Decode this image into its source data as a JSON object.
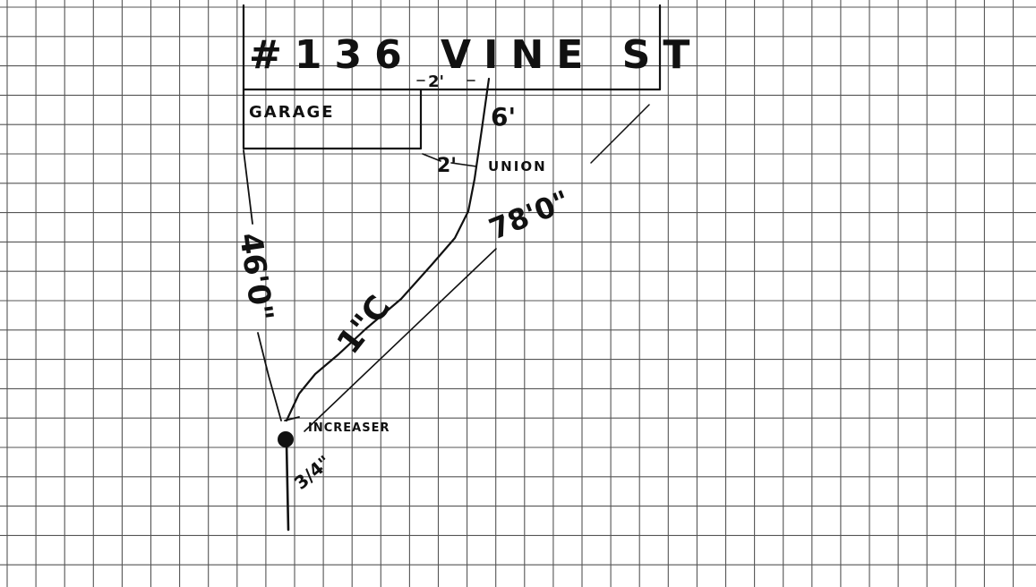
{
  "sketch": {
    "address": "#136 VINE ST",
    "building_label": "GARAGE",
    "dim_top": "2'",
    "dim_service": "6'",
    "dim_offset": "2'",
    "fitting_label": "UNION",
    "dim_left": "46'0\"",
    "dim_diagonal": "78'0\"",
    "pipe_size": "1\"C",
    "reducer_label": "INCREASER",
    "main_size": "3/4\""
  },
  "colors": {
    "ink": "#111111",
    "grid": "#555555",
    "paper": "#ffffff"
  }
}
